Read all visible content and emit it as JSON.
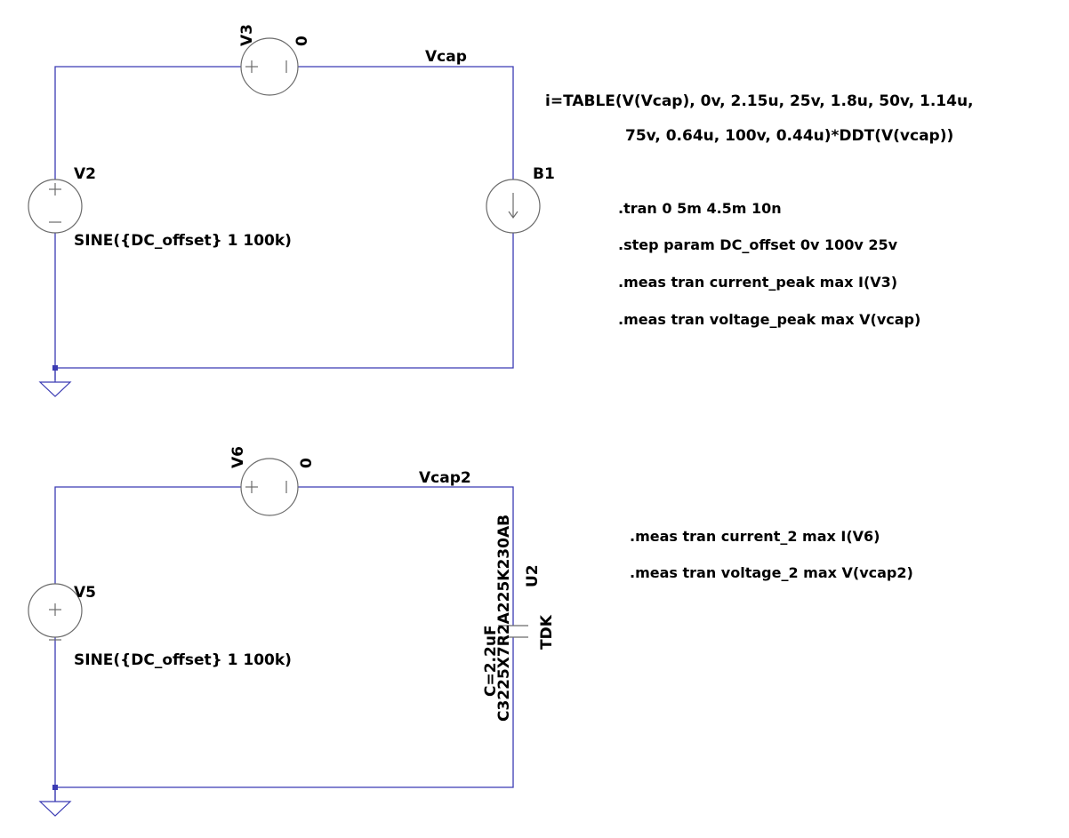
{
  "circuit1": {
    "v3": {
      "name": "V3",
      "value": "0"
    },
    "net": "Vcap",
    "v2": {
      "name": "V2",
      "value": "SINE({DC_offset} 1 100k)"
    },
    "b1": {
      "name": "B1"
    },
    "b1_expr": [
      "i=TABLE(V(Vcap), 0v, 2.15u, 25v, 1.8u, 50v, 1.14u,",
      "75v, 0.64u, 100v, 0.44u)*DDT(V(vcap))"
    ],
    "directives": [
      ".tran 0 5m 4.5m 10n",
      ".step param DC_offset 0v 100v 25v",
      ".meas tran current_peak max I(V3)",
      ".meas tran voltage_peak max V(vcap)"
    ]
  },
  "circuit2": {
    "v6": {
      "name": "V6",
      "value": "0"
    },
    "net": "Vcap2",
    "v5": {
      "name": "V5",
      "value": "SINE({DC_offset} 1 100k)"
    },
    "u2": {
      "name": "U2",
      "maker": "TDK",
      "cap": "C=2.2uF",
      "part": "C3225X7R2A225K230AB"
    },
    "directives": [
      ".meas tran current_2 max I(V6)",
      ".meas tran voltage_2 max V(vcap2)"
    ]
  },
  "colors": {
    "wire": "#3b3bb3",
    "symbol": "#6b6b6b",
    "text": "#000000"
  }
}
